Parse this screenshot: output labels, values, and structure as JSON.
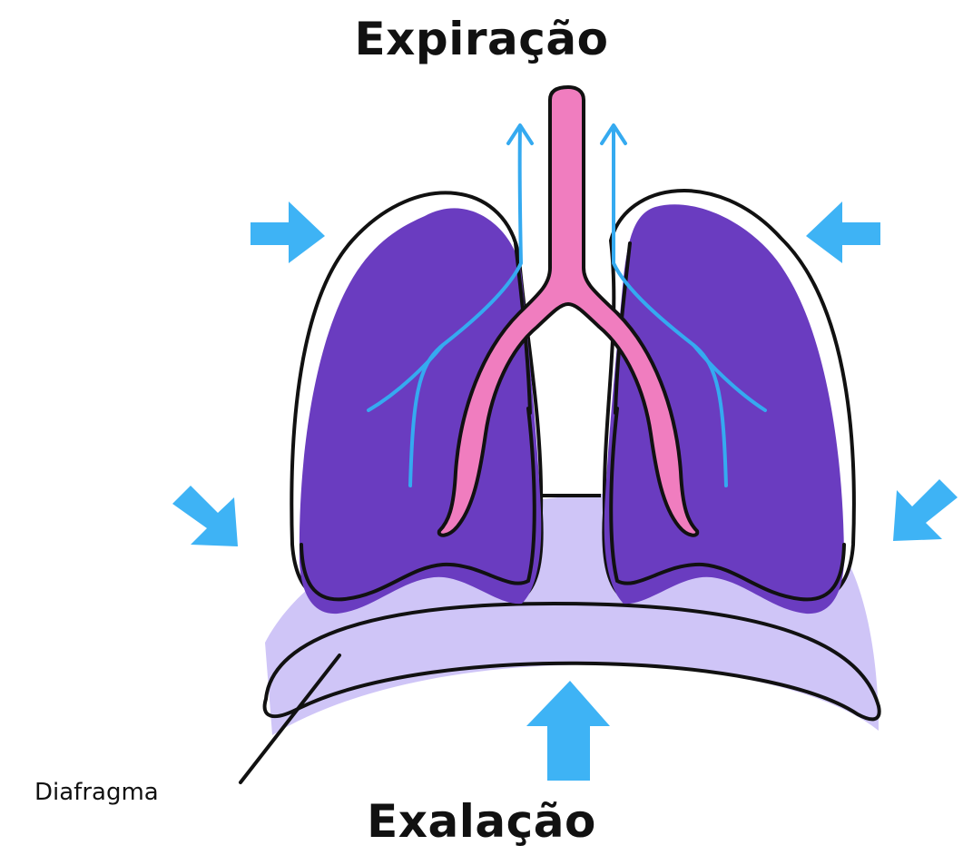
{
  "titles": {
    "top": "Expiração",
    "bottom": "Exalação"
  },
  "labels": {
    "diaphragm": "Diafragma"
  },
  "colors": {
    "lung_fill": "#6a3cc0",
    "pleura_fill": "#ffffff",
    "diaphragm_fill": "#cfc5f7",
    "trachea_fill": "#f07dbf",
    "airflow_line": "#35aaf0",
    "arrow_fill": "#3eb3f5",
    "outline": "#111111"
  },
  "icons": {
    "arrows": [
      "compress-arrow-icon",
      "up-arrow-icon"
    ]
  }
}
